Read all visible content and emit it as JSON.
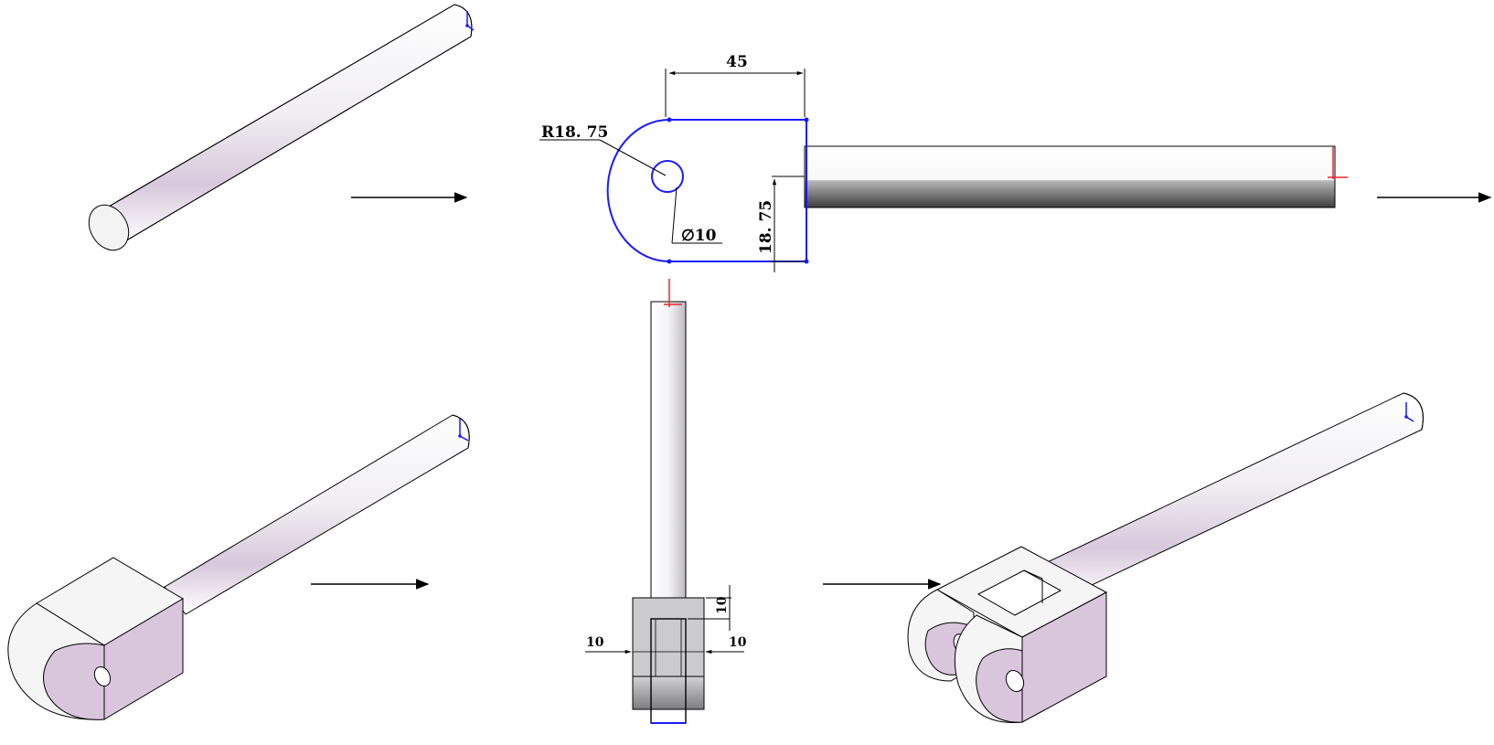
{
  "steps": [
    {
      "id": "step1",
      "description_shown": ""
    },
    {
      "id": "step2",
      "description_shown": ""
    },
    {
      "id": "step3",
      "description_shown": ""
    },
    {
      "id": "step4",
      "description_shown": ""
    },
    {
      "id": "step5",
      "description_shown": ""
    }
  ],
  "dimensions": {
    "width_45": "45",
    "radius": "R18. 75",
    "hole_diameter": "∅10",
    "height": "18. 75",
    "slot_depth": "10",
    "wall_left": "10",
    "wall_right": "10"
  },
  "colors": {
    "line": "#000000",
    "sketch": "#1a1aff",
    "origin_red": "#e8262a",
    "face_light": "#f2f1f4",
    "face_lavender": "#d9c6dc",
    "rod_dark": "#555555",
    "block_front": "#c9c8cb"
  },
  "icons": [
    "arrow-right-icon",
    "origin-triad-icon"
  ]
}
